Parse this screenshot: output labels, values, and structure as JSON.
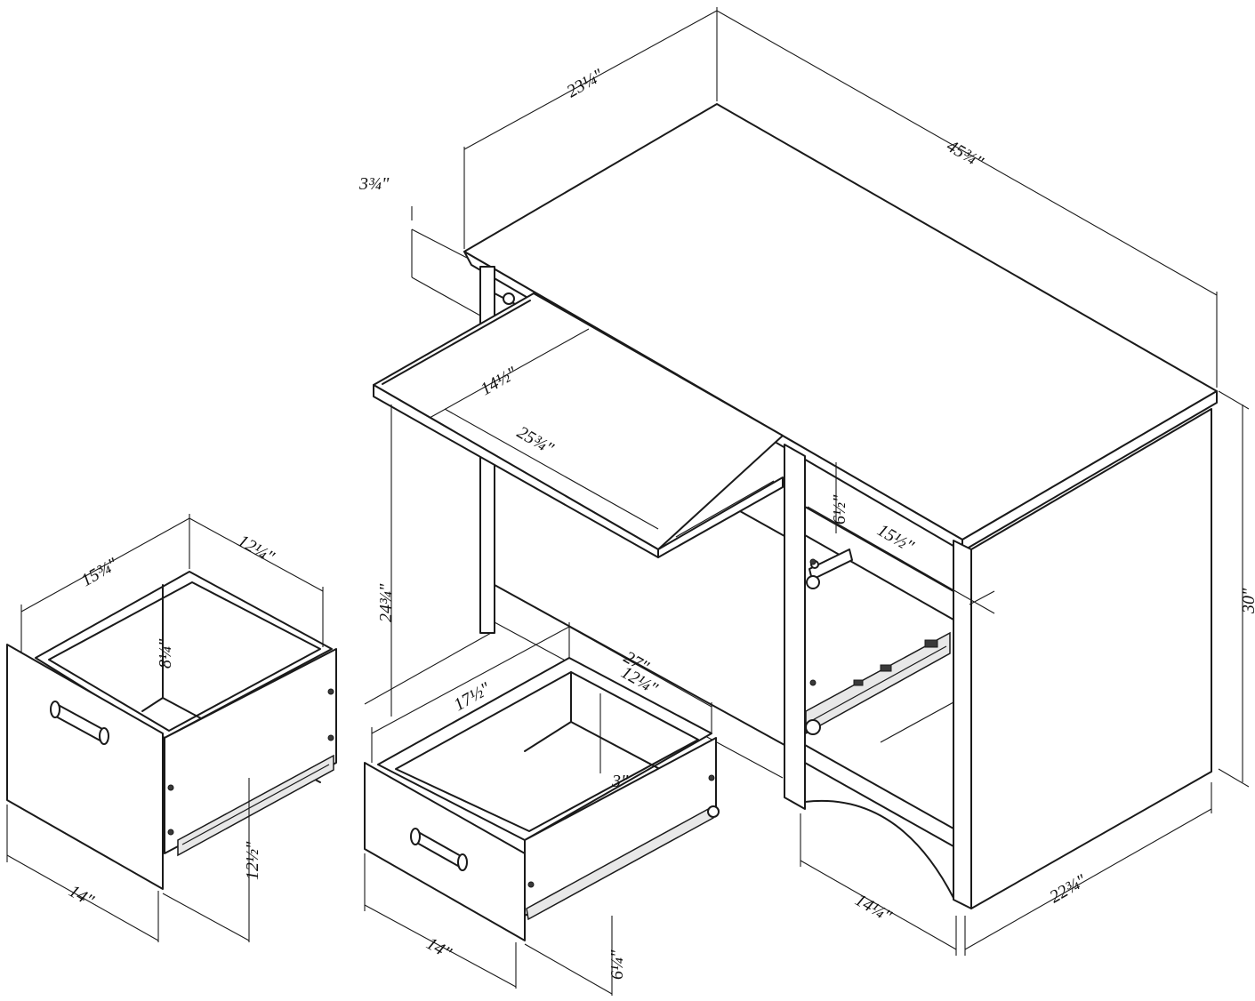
{
  "dimensions": {
    "desk_depth": "23¼\"",
    "desk_width": "45¾\"",
    "desk_height": "30\"",
    "riser_height": "3¾\"",
    "keyboard_depth": "14½\"",
    "keyboard_width": "25¾\"",
    "knee_height": "24¾\"",
    "knee_width": "27\"",
    "shelf_height": "6½\"",
    "shelf_depth": "15½\"",
    "pedestal_width": "14¼\"",
    "pedestal_depth": "22¾\"",
    "file_drawer_depth": "15¾\"",
    "file_drawer_inner_width": "12¼\"",
    "file_drawer_inner_height": "8¼\"",
    "file_drawer_front_width": "14\"",
    "file_drawer_front_height": "12½\"",
    "small_drawer_depth": "17½\"",
    "small_drawer_inner_width": "12¼\"",
    "small_drawer_inner_height": "3\"",
    "small_drawer_front_width": "14\"",
    "small_drawer_front_height": "6¼\""
  }
}
